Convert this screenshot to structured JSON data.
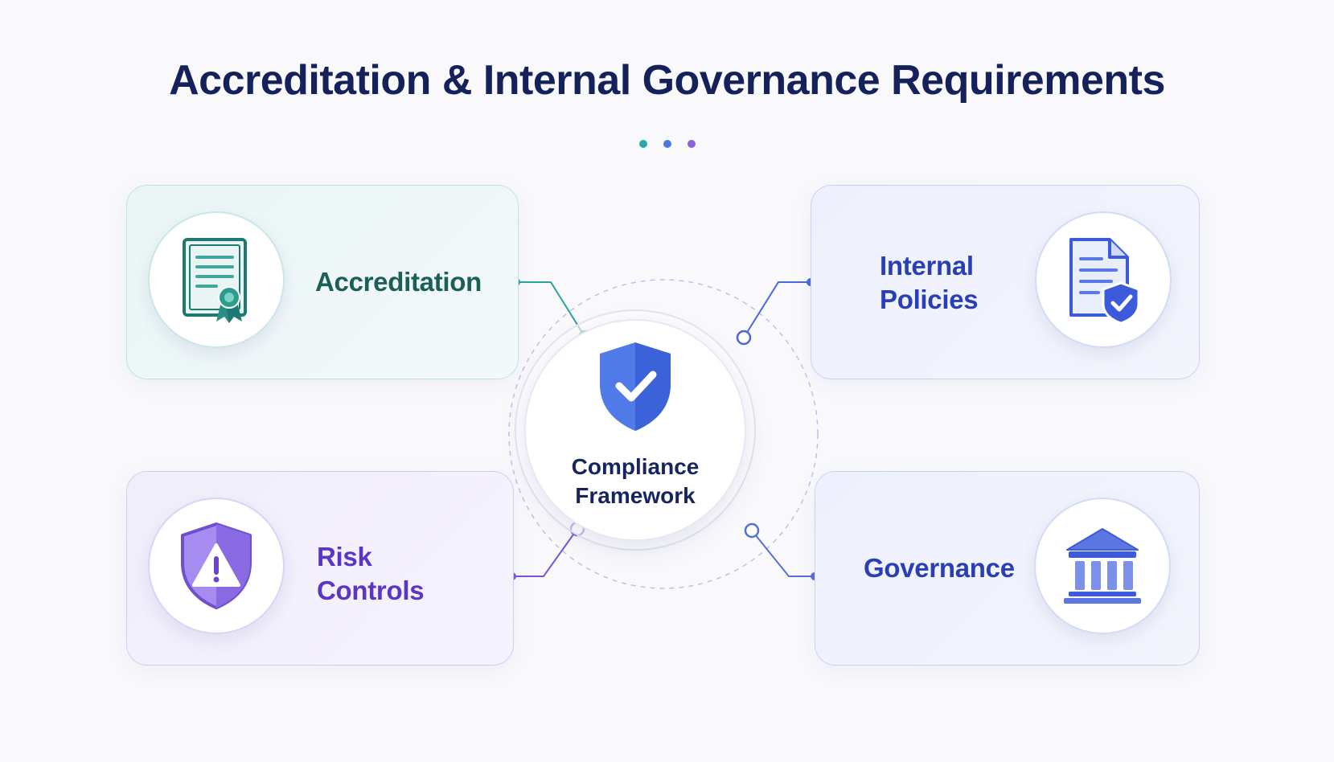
{
  "title": "Accreditation & Internal Governance Requirements",
  "center": {
    "line1": "Compliance",
    "line2": "Framework",
    "icon": "shield-check-icon"
  },
  "cards": {
    "accreditation": {
      "line1": "Accreditation",
      "icon": "certificate-icon"
    },
    "internal_policies": {
      "line1": "Internal",
      "line2": "Policies",
      "icon": "policy-document-shield-icon"
    },
    "risk_controls": {
      "line1": "Risk",
      "line2": "Controls",
      "icon": "warning-shield-icon"
    },
    "governance": {
      "line1": "Governance",
      "icon": "institution-building-icon"
    }
  },
  "colors": {
    "title": "#14215a",
    "teal": "#2a9d8f",
    "blue": "#3b5bdb",
    "purple": "#7c5cd8"
  }
}
